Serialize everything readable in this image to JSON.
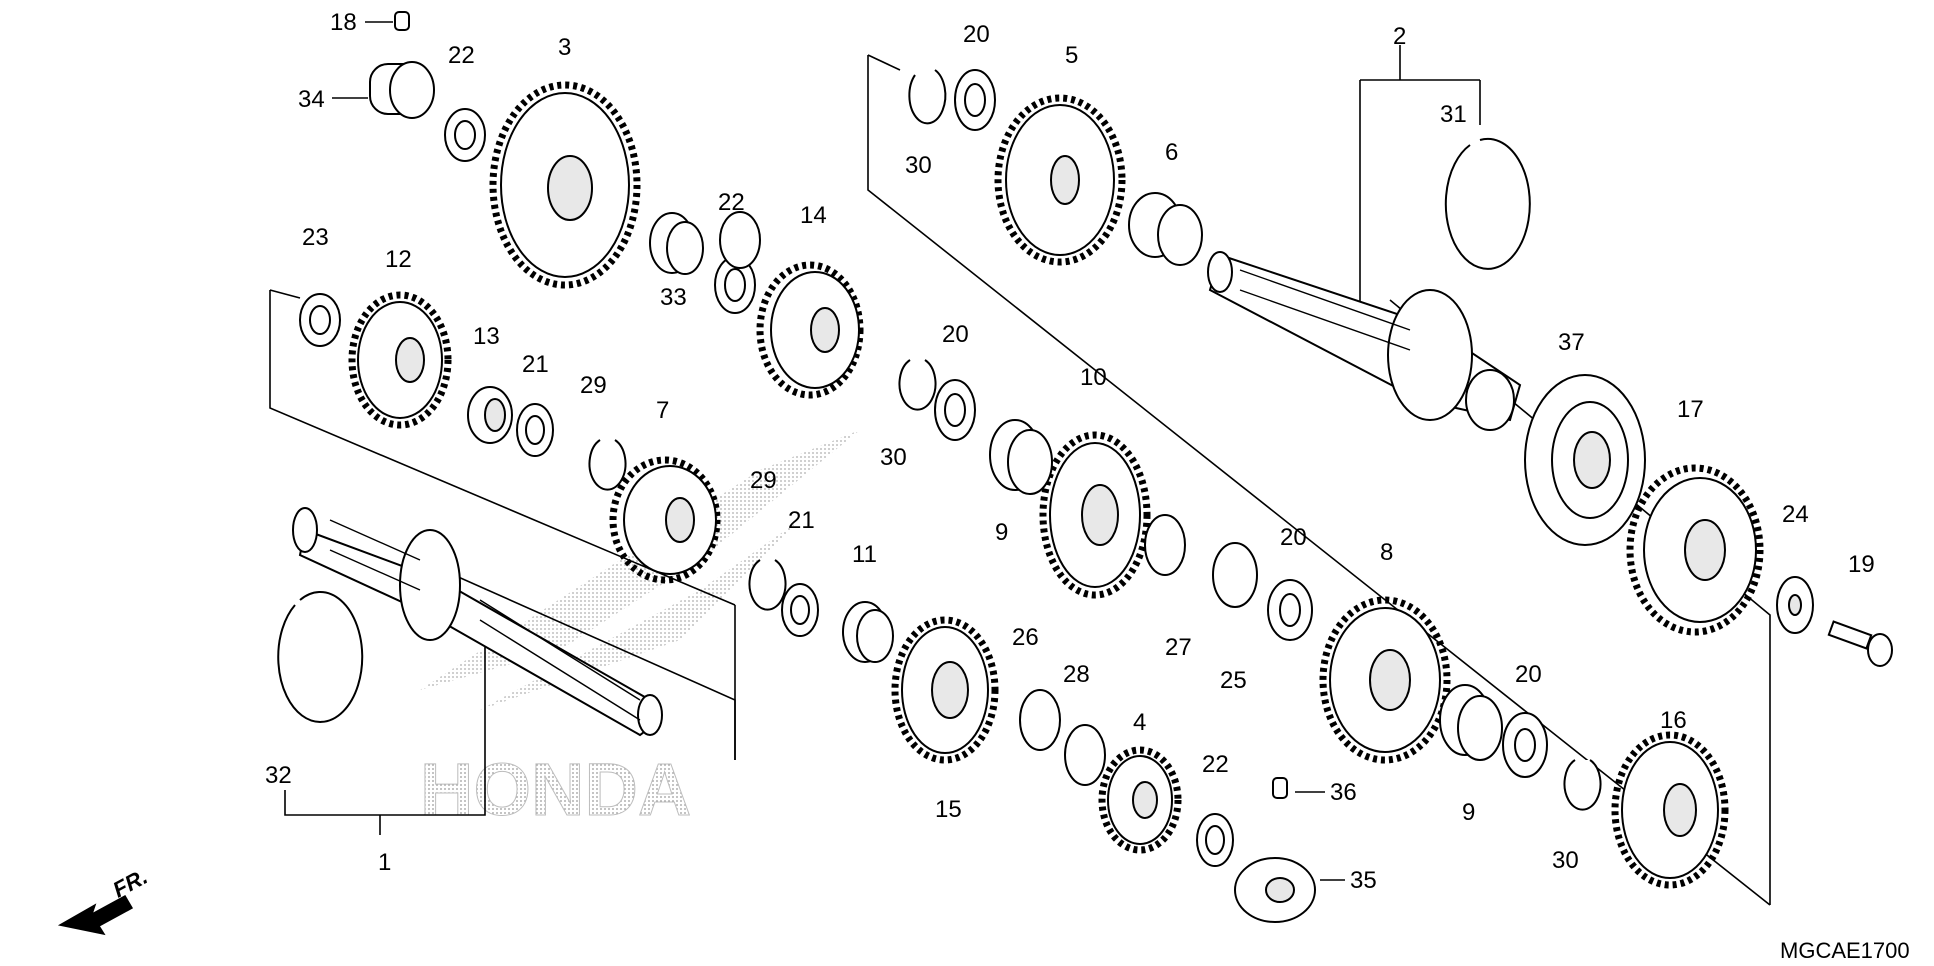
{
  "diagram": {
    "code": "MGCAE1700",
    "front_marker": "FR.",
    "watermark": "HONDA",
    "callouts": [
      {
        "id": "n1",
        "text": "1"
      },
      {
        "id": "n2",
        "text": "2"
      },
      {
        "id": "n3",
        "text": "3"
      },
      {
        "id": "n4",
        "text": "4"
      },
      {
        "id": "n5",
        "text": "5"
      },
      {
        "id": "n6",
        "text": "6"
      },
      {
        "id": "n7",
        "text": "7"
      },
      {
        "id": "n8",
        "text": "8"
      },
      {
        "id": "n9a",
        "text": "9"
      },
      {
        "id": "n9b",
        "text": "9"
      },
      {
        "id": "n10",
        "text": "10"
      },
      {
        "id": "n11",
        "text": "11"
      },
      {
        "id": "n12",
        "text": "12"
      },
      {
        "id": "n13",
        "text": "13"
      },
      {
        "id": "n14",
        "text": "14"
      },
      {
        "id": "n15",
        "text": "15"
      },
      {
        "id": "n16",
        "text": "16"
      },
      {
        "id": "n17",
        "text": "17"
      },
      {
        "id": "n18",
        "text": "18"
      },
      {
        "id": "n19",
        "text": "19"
      },
      {
        "id": "n20a",
        "text": "20"
      },
      {
        "id": "n20b",
        "text": "20"
      },
      {
        "id": "n20c",
        "text": "20"
      },
      {
        "id": "n20d",
        "text": "20"
      },
      {
        "id": "n21a",
        "text": "21"
      },
      {
        "id": "n21b",
        "text": "21"
      },
      {
        "id": "n22a",
        "text": "22"
      },
      {
        "id": "n22b",
        "text": "22"
      },
      {
        "id": "n22c",
        "text": "22"
      },
      {
        "id": "n23",
        "text": "23"
      },
      {
        "id": "n24",
        "text": "24"
      },
      {
        "id": "n25",
        "text": "25"
      },
      {
        "id": "n26",
        "text": "26"
      },
      {
        "id": "n27",
        "text": "27"
      },
      {
        "id": "n28",
        "text": "28"
      },
      {
        "id": "n29a",
        "text": "29"
      },
      {
        "id": "n29b",
        "text": "29"
      },
      {
        "id": "n30a",
        "text": "30"
      },
      {
        "id": "n30b",
        "text": "30"
      },
      {
        "id": "n30c",
        "text": "30"
      },
      {
        "id": "n31",
        "text": "31"
      },
      {
        "id": "n32",
        "text": "32"
      },
      {
        "id": "n33",
        "text": "33"
      },
      {
        "id": "n34",
        "text": "34"
      },
      {
        "id": "n35",
        "text": "35"
      },
      {
        "id": "n36",
        "text": "36"
      },
      {
        "id": "n37",
        "text": "37"
      }
    ]
  }
}
